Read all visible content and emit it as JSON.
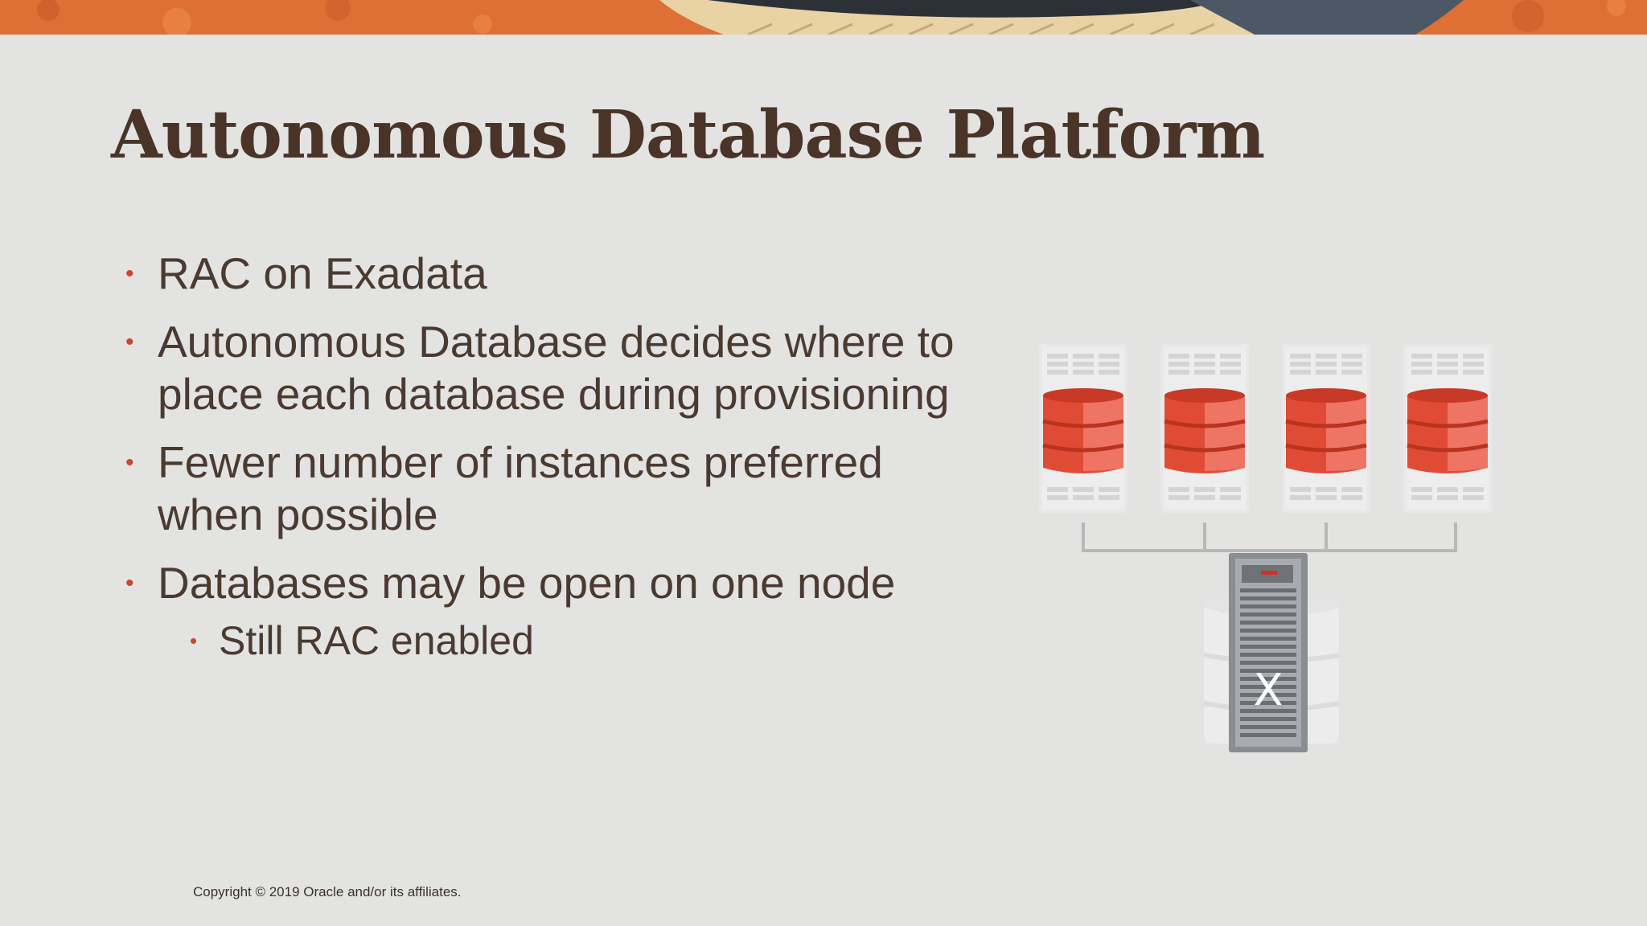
{
  "slide": {
    "title": "Autonomous Database Platform",
    "bullets": [
      {
        "text": "RAC on Exadata"
      },
      {
        "text": "Autonomous Database decides where to place each database during provisioning"
      },
      {
        "text": "Fewer number of instances preferred when possible"
      },
      {
        "text": "Databases may be open on one node",
        "sub": "Still RAC enabled"
      }
    ],
    "copyright": "Copyright © 2019 Oracle and/or its affiliates."
  },
  "diagram": {
    "server_icon": "server-icon",
    "database_icon": "database-icon",
    "storage_icon": "exadata-rack-icon",
    "rack_letter": "X"
  },
  "colors": {
    "background": "#e3e3e2",
    "accent": "#c74634",
    "text": "#4a3a30",
    "banner_orange": "#e0743a"
  }
}
